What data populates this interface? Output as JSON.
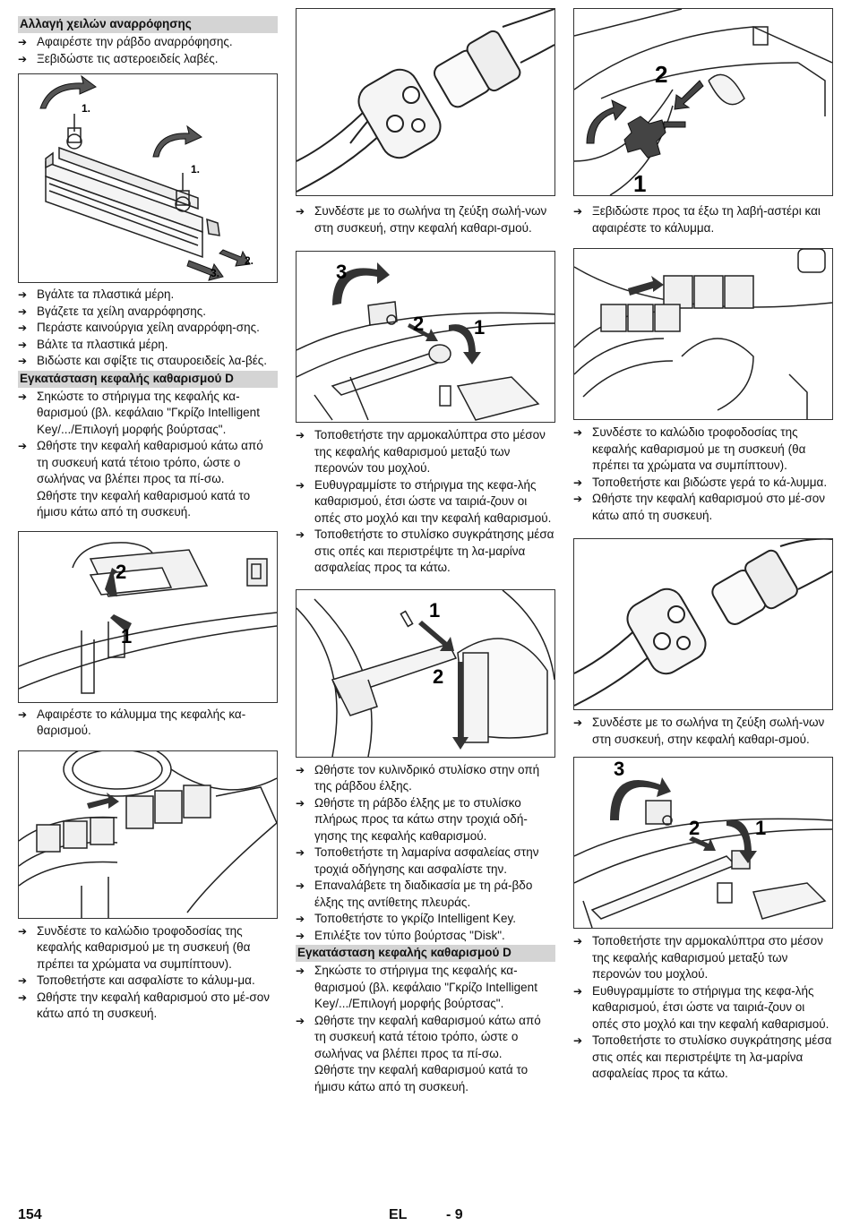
{
  "col1": {
    "heading1": "Αλλαγή χειλών αναρρόφησης",
    "steps1": [
      "Αφαιρέστε την ράβδο αναρρόφησης.",
      "Ξεβιδώστε τις αστεροειδείς λαβές."
    ],
    "fig1_labels": [
      "1.",
      "1.",
      "2.",
      "3."
    ],
    "steps2": [
      "Βγάλτε τα πλαστικά μέρη.",
      "Βγάζετε τα χείλη αναρρόφησης.",
      "Περάστε καινούργια χείλη αναρρόφη-σης.",
      "Βάλτε τα πλαστικά μέρη.",
      "Βιδώστε και σφίξτε τις σταυροειδείς λα-βές."
    ],
    "heading2": "Εγκατάσταση κεφαλής καθαρισμού D",
    "steps3": [
      "Σηκώστε το στήριγμα της κεφαλής κα-θαρισμού (βλ. κεφάλαιο \"Γκρίζο Intelligent Key/.../Επιλογή μορφής βούρτσας\".",
      "Ωθήστε την κεφαλή καθαρισμού κάτω από τη συσκευή κατά τέτοιο τρόπο, ώστε ο σωλήνας να βλέπει προς τα πί-σω."
    ],
    "note1": "Ωθήστε την κεφαλή καθαρισμού κατά το ήμισυ κάτω από τη συσκευή.",
    "fig2_labels": [
      "2",
      "1"
    ],
    "steps4": [
      "Αφαιρέστε το κάλυμμα της κεφαλής κα-θαρισμού."
    ],
    "steps5": [
      "Συνδέστε το καλώδιο τροφοδοσίας της κεφαλής καθαρισμού με τη συσκευή (θα πρέπει τα χρώματα να συμπίπτουν).",
      "Τοποθετήστε και ασφαλίστε το κάλυμ-μα.",
      "Ωθήστε την κεφαλή καθαρισμού στο μέ-σον κάτω από τη συσκευή."
    ]
  },
  "col2": {
    "steps1": [
      "Συνδέστε με το σωλήνα τη ζεύξη σωλή-νων στη συσκευή, στην κεφαλή καθαρι-σμού."
    ],
    "fig2_labels": [
      "3",
      "2",
      "1"
    ],
    "steps2": [
      "Τοποθετήστε την αρμοκαλύπτρα στο μέσον της κεφαλής καθαρισμού μεταξύ των περονών του μοχλού.",
      "Ευθυγραμμίστε το στήριγμα της κεφα-λής καθαρισμού, έτσι ώστε να ταιριά-ζουν οι οπές στο μοχλό και την κεφαλή καθαρισμού.",
      "Τοποθετήστε το στυλίσκο συγκράτησης μέσα στις οπές και περιστρέψτε τη λα-μαρίνα ασφαλείας προς τα κάτω."
    ],
    "fig3_labels": [
      "1",
      "2"
    ],
    "steps3": [
      "Ωθήστε τον κυλινδρικό στυλίσκο στην οπή της ράβδου έλξης.",
      "Ωθήστε τη ράβδο έλξης με το στυλίσκο πλήρως προς τα κάτω στην τροχιά οδή-γησης της κεφαλής καθαρισμού.",
      "Τοποθετήστε τη λαμαρίνα ασφαλείας στην τροχιά οδήγησης και ασφαλίστε την.",
      "Επαναλάβετε τη διαδικασία με τη ρά-βδο έλξης της αντίθετης πλευράς.",
      "Τοποθετήστε το γκρίζο Intelligent Key.",
      "Επιλέξτε τον τύπο βούρτσας \"Disk\"."
    ],
    "heading1": "Εγκατάσταση κεφαλής καθαρισμού D",
    "steps4": [
      "Σηκώστε το στήριγμα της κεφαλής κα-θαρισμού (βλ. κεφάλαιο \"Γκρίζο Intelligent Key/.../Επιλογή μορφής βούρτσας\".",
      "Ωθήστε την κεφαλή καθαρισμού κάτω από τη συσκευή κατά τέτοιο τρόπο, ώστε ο σωλήνας να βλέπει προς τα πί-σω."
    ],
    "note1": "Ωθήστε την κεφαλή καθαρισμού κατά το ήμισυ κάτω από τη συσκευή."
  },
  "col3": {
    "fig1_labels": [
      "2",
      "1"
    ],
    "steps1": [
      "Ξεβιδώστε προς τα έξω τη λαβή-αστέρι και αφαιρέστε το κάλυμμα."
    ],
    "steps2": [
      "Συνδέστε το καλώδιο τροφοδοσίας της κεφαλής καθαρισμού με τη συσκευή (θα πρέπει τα χρώματα να συμπίπτουν).",
      "Τοποθετήστε και βιδώστε γερά το κά-λυμμα.",
      "Ωθήστε την κεφαλή καθαρισμού στο μέ-σον κάτω από τη συσκευή."
    ],
    "steps3": [
      "Συνδέστε με το σωλήνα τη ζεύξη σωλή-νων στη συσκευή, στην κεφαλή καθαρι-σμού."
    ],
    "fig4_labels": [
      "3",
      "2",
      "1"
    ],
    "steps4": [
      "Τοποθετήστε την αρμοκαλύπτρα στο μέσον της κεφαλής καθαρισμού μεταξύ των περονών του μοχλού.",
      "Ευθυγραμμίστε το στήριγμα της κεφα-λής καθαρισμού, έτσι ώστε να ταιριά-ζουν οι οπές στο μοχλό και την κεφαλή καθαρισμού.",
      "Τοποθετήστε το στυλίσκο συγκράτησης μέσα στις οπές και περιστρέψτε τη λα-μαρίνα ασφαλείας προς τα κάτω."
    ]
  },
  "footer": {
    "page_number": "154",
    "language": "EL",
    "section": "- 9"
  },
  "arrow_glyph": "➔"
}
